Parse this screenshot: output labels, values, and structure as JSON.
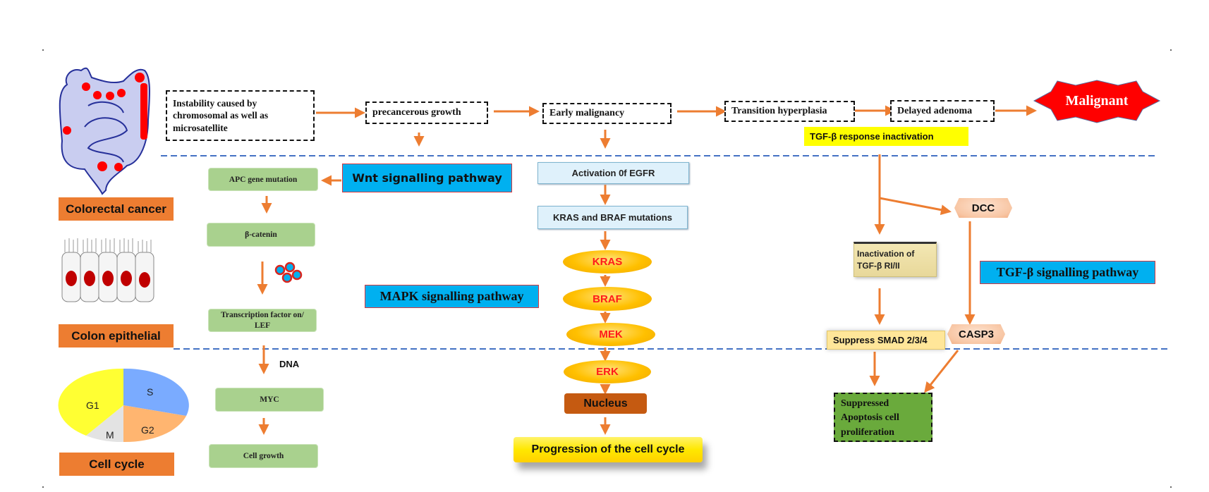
{
  "title_row": {
    "stages": [
      "Instability  caused by chromosomal  as well as microsatellite",
      "precancerous growth",
      "Early malignancy",
      "Transition  hyperplasia",
      "Delayed adenoma"
    ],
    "final_stage": "Malignant",
    "tgf_inactivation": "TGF-β response inactivation"
  },
  "left_panel": {
    "colorectal_label": "Colorectal cancer",
    "colon_epithelial_label": "Colon epithelial",
    "cell_cycle_label": "Cell cycle",
    "cell_cycle_phases": [
      "G1",
      "S",
      "G2",
      "M"
    ]
  },
  "wnt": {
    "pathway_label": "Wnt signalling pathway",
    "steps": [
      "APC  gene mutation",
      "β-catenin",
      "Transcription  factor on/ LEF",
      "MYC",
      "Cell growth"
    ],
    "dna_label": "DNA"
  },
  "mapk": {
    "pathway_label": "MAPK signalling pathway",
    "egfr": "Activation 0f EGFR",
    "mutations": "KRAS and BRAF mutations",
    "kinases": [
      "KRAS",
      "BRAF",
      "MEK",
      "ERK"
    ],
    "nucleus": "Nucleus",
    "outcome": "Progression of the cell cycle"
  },
  "tgf": {
    "pathway_label": "TGF-β signalling pathway",
    "receptor": "Inactivation of TGF-β RI/II",
    "dcc": "DCC",
    "casp3": "CASP3",
    "smad": "Suppress SMAD 2/3/4",
    "outcome": "Suppressed Apoptosis  cell proliferation"
  },
  "colors": {
    "arrow": "#ed7d31",
    "divider": "#4472c4",
    "pathway_label_bg": "#00b0f0",
    "malignant": "#ff0000"
  }
}
